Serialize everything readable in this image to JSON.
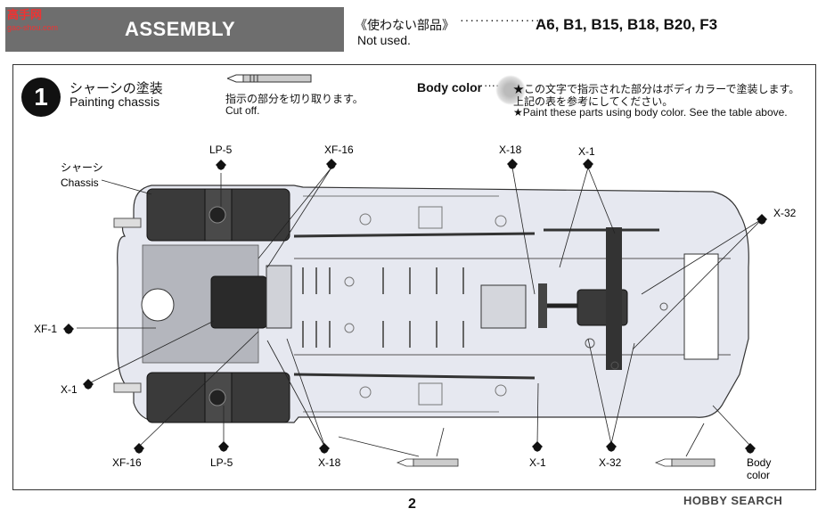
{
  "header": {
    "section_title": "ASSEMBLY",
    "watermark_logo_text": "高手网",
    "watermark_logo_sub": "gao-shou.com"
  },
  "not_used": {
    "label_jp": "《使わない部品》",
    "dots": "··················",
    "parts": "A6, B1, B15, B18, B20, F3",
    "label_en": "Not used."
  },
  "step": {
    "number": "1",
    "title_jp": "シャーシの塗装",
    "title_en": "Painting chassis"
  },
  "cut_note": {
    "jp": "指示の部分を切り取ります。",
    "en": "Cut off."
  },
  "body_color_note": {
    "label": "Body color",
    "dots": "·······",
    "line1": "★この文字で指示された部分はボディカラーで塗装します。",
    "line2": "上記の表を参考にしてください。",
    "line3": "★Paint these parts using body color. See the table above."
  },
  "callouts": {
    "chassis_jp": "シャーシ",
    "chassis_en": "Chassis",
    "lp5_top": "LP-5",
    "xf16_top": "XF-16",
    "x18_top": "X-18",
    "x1_top": "X-1",
    "x32_right": "X-32",
    "xf1_left": "XF-1",
    "x1_left": "X-1",
    "xf16_bottom": "XF-16",
    "lp5_bottom": "LP-5",
    "x18_bottom": "X-18",
    "x1_bottom": "X-1",
    "x32_bottom": "X-32",
    "bodycolor_bottom_1": "Body",
    "bodycolor_bottom_2": "color"
  },
  "footer": {
    "page_number": "2",
    "watermark": "HOBBY SEARCH"
  },
  "colors": {
    "header_bar": "#6e6e6e",
    "chassis_fill": "#e6e8f0",
    "chassis_dark": "#b4b6bd",
    "tank_fill": "#3a3a3a",
    "watermark_red": "#e33333"
  },
  "icons": [
    "hobby-knife-icon",
    "paint-drop-icon",
    "body-color-spot-icon"
  ]
}
